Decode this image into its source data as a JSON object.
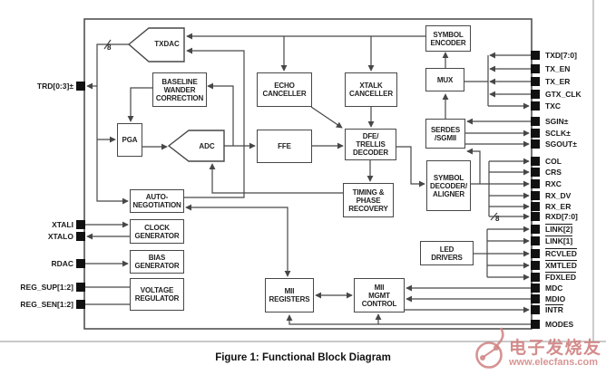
{
  "caption": "Figure 1:  Functional Block Diagram",
  "blocks": {
    "txdac": "TXDAC",
    "bwc": "BASELINE\nWANDER\nCORRECTION",
    "echo": "ECHO\nCANCELLER",
    "xtalk": "XTALK\nCANCELLER",
    "symbol_encoder": "SYMBOL\nENCODER",
    "mux": "MUX",
    "pga": "PGA",
    "adc": "ADC",
    "ffe": "FFE",
    "dfe": "DFE/\nTRELLIS\nDECODER",
    "serdes": "SERDES\n/SGMII",
    "symbol_decoder": "SYMBOL\nDECODER/\nALIGNER",
    "timing": "TIMING &\nPHASE\nRECOVERY",
    "autoneg": "AUTO-\nNEGOTIATION",
    "clockgen": "CLOCK\nGENERATOR",
    "biasgen": "BIAS\nGENERATOR",
    "voltreg": "VOLTAGE\nREGULATOR",
    "mii_reg": "MII\nREGISTERS",
    "mii_mgmt": "MII\nMGMT\nCONTROL",
    "led": "LED\nDRIVERS"
  },
  "pins_left": [
    {
      "label": "TRD[0:3]±"
    },
    {
      "label": "XTALI"
    },
    {
      "label": "XTALO"
    },
    {
      "label": "RDAC"
    },
    {
      "label": "REG_SUP[1:2]"
    },
    {
      "label": "REG_SEN[1:2]"
    }
  ],
  "pins_right": [
    {
      "label": "TXD[7:0]"
    },
    {
      "label": "TX_EN"
    },
    {
      "label": "TX_ER"
    },
    {
      "label": "GTX_CLK"
    },
    {
      "label": "TXC"
    },
    {
      "label": "SGIN±"
    },
    {
      "label": "SCLK±"
    },
    {
      "label": "SGOUT±"
    },
    {
      "label": "COL"
    },
    {
      "label": "CRS"
    },
    {
      "label": "RXC"
    },
    {
      "label": "RX_DV"
    },
    {
      "label": "RX_ER"
    },
    {
      "label": "RXD[7:0]"
    },
    {
      "label": "LINK[2]",
      "overline": true
    },
    {
      "label": "LINK[1]",
      "overline": true
    },
    {
      "label": "RCVLED",
      "overline": true
    },
    {
      "label": "XMTLED",
      "overline": true
    },
    {
      "label": "FDXLED",
      "overline": true
    },
    {
      "label": "MDC"
    },
    {
      "label": "MDIO"
    },
    {
      "label": "INTR",
      "overline": true
    },
    {
      "label": "MODES"
    }
  ],
  "bus_widths": {
    "tx": "8",
    "rxd": "8"
  },
  "watermark": {
    "cn": "电子发烧友",
    "url": "www.elecfans.com"
  },
  "colors": {
    "line": "#474747",
    "watermark": "#cf8080"
  }
}
